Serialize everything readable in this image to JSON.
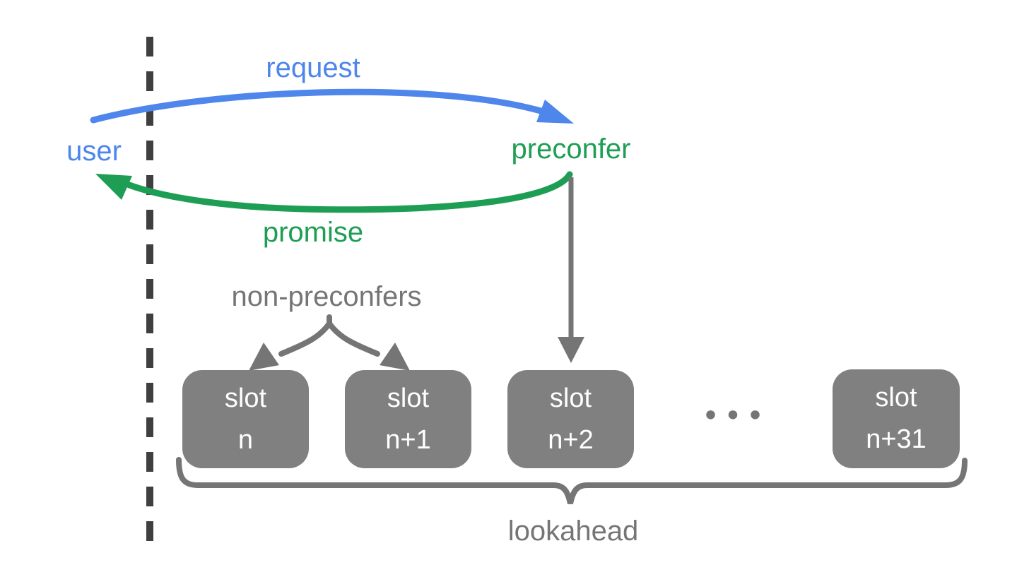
{
  "labels": {
    "user": "user",
    "preconfer": "preconfer",
    "request": "request",
    "promise": "promise",
    "non_preconfers": "non-preconfers",
    "lookahead": "lookahead"
  },
  "slots": [
    {
      "line1": "slot",
      "line2": "n"
    },
    {
      "line1": "slot",
      "line2": "n+1"
    },
    {
      "line1": "slot",
      "line2": "n+2"
    },
    {
      "line1": "slot",
      "line2": "n+31"
    }
  ],
  "ellipsis": "●●●",
  "colors": {
    "request_blue": "#4e86ec",
    "promise_green": "#1e9e54",
    "arrow_gray": "#757575",
    "slot_box_gray": "#808080",
    "slot_text_white": "#ffffff",
    "dashed_line_gray": "#3f3f3f",
    "background": "#ffffff"
  }
}
